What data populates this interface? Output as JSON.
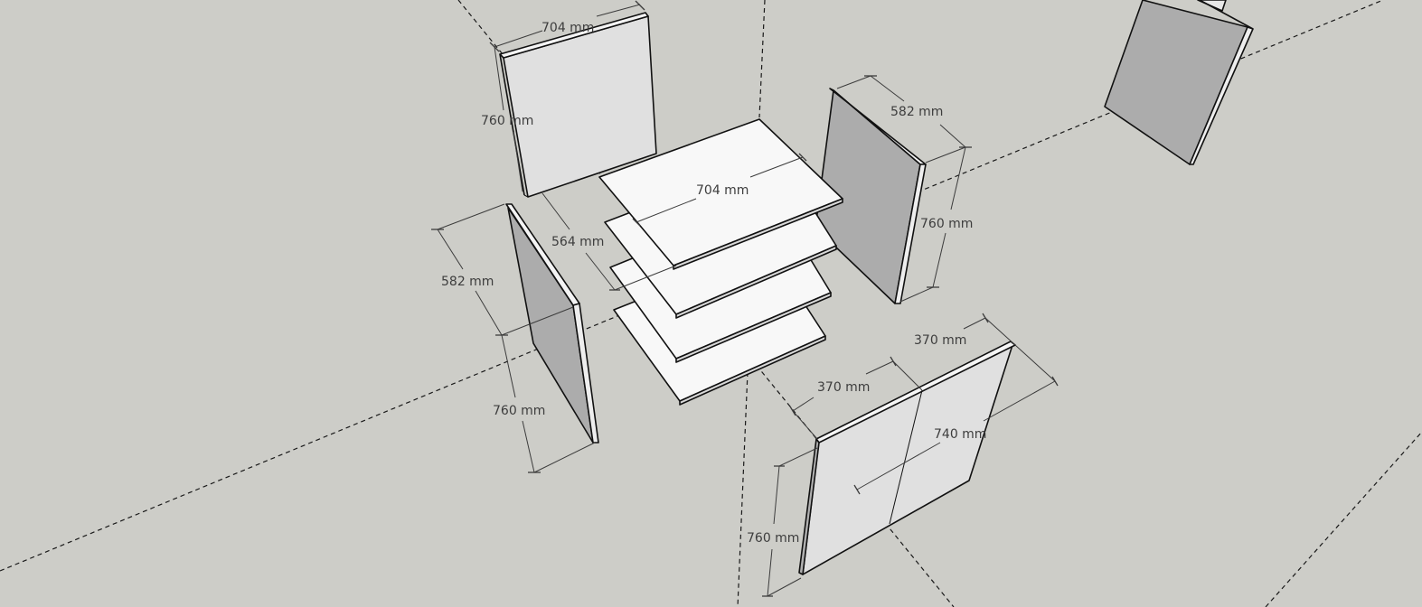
{
  "app": {
    "view": "3D modeling viewport",
    "units": "mm"
  },
  "colors": {
    "background": "#cdcdc8",
    "panel_front_light": "#e0e0e0",
    "panel_back_dark": "#acacac",
    "shelf_white": "#f8f8f8",
    "edge": "#111111",
    "dimension": "#3d3d3d"
  },
  "components": [
    {
      "name": "back-panel",
      "width": "704 mm",
      "height": "760 mm"
    },
    {
      "name": "left-side-panel",
      "depth": "582 mm",
      "height": "760 mm"
    },
    {
      "name": "right-side-panel",
      "depth": "582 mm",
      "height": "760 mm"
    },
    {
      "name": "shelves",
      "count": 4,
      "width": "704 mm",
      "depth": "564 mm"
    },
    {
      "name": "doors",
      "door_left": "370 mm",
      "door_right": "370 mm",
      "total_width": "740 mm",
      "height": "760 mm"
    },
    {
      "name": "detached-panel-top-right"
    }
  ],
  "dimensions": {
    "back_width": "704 mm",
    "back_height": "760 mm",
    "shelf_width": "704 mm",
    "shelf_depth": "564 mm",
    "left_depth": "582 mm",
    "left_height": "760 mm",
    "right_depth": "582 mm",
    "right_height": "760 mm",
    "door_a_width": "370 mm",
    "door_b_width": "370 mm",
    "doors_total": "740 mm",
    "door_height": "760 mm"
  }
}
